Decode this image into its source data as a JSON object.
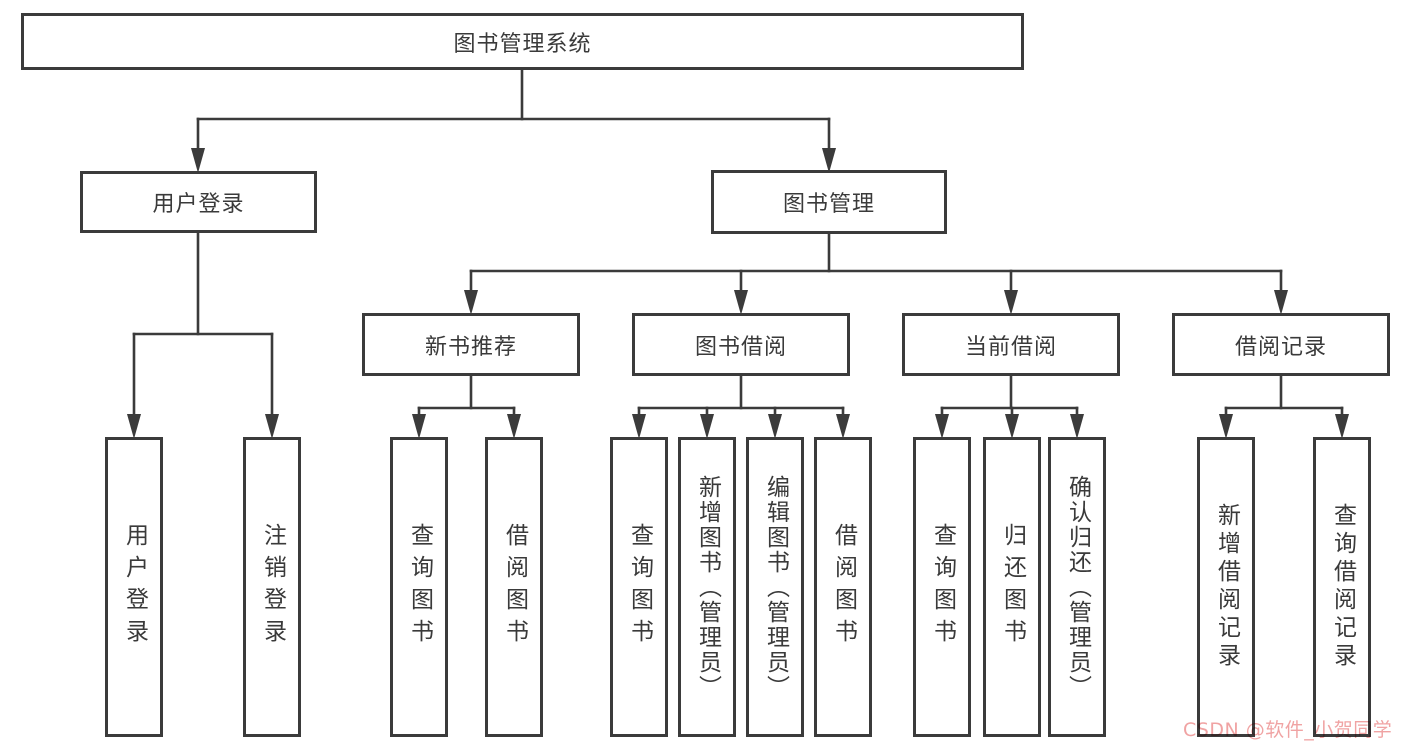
{
  "title": "图书管理系统",
  "colors": {
    "line": "#3b3b3b",
    "box_border": "#3b3b3b",
    "text": "#3a3a3a",
    "watermark": "#f0a3a3",
    "background": "#ffffff"
  },
  "tree": {
    "root": {
      "label": "图书管理系统"
    },
    "branches": [
      {
        "label": "用户登录",
        "children": [
          {
            "label": "用户登录"
          },
          {
            "label": "注销登录"
          }
        ]
      },
      {
        "label": "图书管理",
        "children": [
          {
            "label": "新书推荐",
            "children": [
              {
                "label": "查询图书"
              },
              {
                "label": "借阅图书"
              }
            ]
          },
          {
            "label": "图书借阅",
            "children": [
              {
                "label": "查询图书"
              },
              {
                "label": "新增图书（管理员）"
              },
              {
                "label": "编辑图书（管理员）"
              },
              {
                "label": "借阅图书"
              }
            ]
          },
          {
            "label": "当前借阅",
            "children": [
              {
                "label": "查询图书"
              },
              {
                "label": "归还图书"
              },
              {
                "label": "确认归还（管理员）"
              }
            ]
          },
          {
            "label": "借阅记录",
            "children": [
              {
                "label": "新增借阅记录"
              },
              {
                "label": "查询借阅记录"
              }
            ]
          }
        ]
      }
    ]
  },
  "watermark": {
    "text": "CSDN @软件_小贺同学"
  }
}
